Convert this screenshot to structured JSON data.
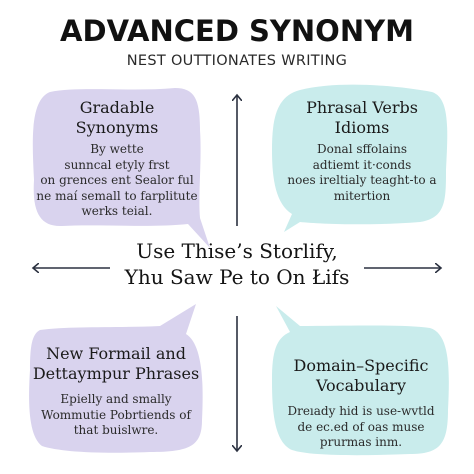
{
  "header": {
    "title": "ADVANCED SYNONYM",
    "subtitle": "NEST OUTTIONATES WRITING"
  },
  "center": {
    "line1": "Use Thise’s Storlify,",
    "line2": "Yhu Saw Pe to On Łifs"
  },
  "bubbles": [
    {
      "heading": [
        "Gradable",
        "Synonyms"
      ],
      "body": [
        "By wette",
        "sunncal etyly frst",
        "on grences ent Sealor ful",
        "ne maí semall to farplitute",
        "werks teial."
      ],
      "color": "#d9d3ee"
    },
    {
      "heading": [
        "Phrasal Verbs",
        "Idioms"
      ],
      "body": [
        "Donal sffolains",
        "adtiemt it·conds",
        "noes ireltialy teaght-to a",
        "mitertion"
      ],
      "color": "#c9ecec"
    },
    {
      "heading": [
        "New Formail and",
        "Dettaympur Phrases"
      ],
      "body": [
        "Epielly and smally",
        "Wommutie Pobrtiends of",
        "that buislwre."
      ],
      "color": "#d9d3ee"
    },
    {
      "heading": [
        "Domain–Specific",
        "Vocabulary"
      ],
      "body": [
        "Dreıady hid is use-wvtld",
        "de ec.ed of oas muse",
        "prurmas inm."
      ],
      "color": "#c9ecec"
    }
  ],
  "colors": {
    "lavender": "#d9d3ee",
    "aqua": "#c9ecec",
    "arrow": "#2b3140"
  }
}
